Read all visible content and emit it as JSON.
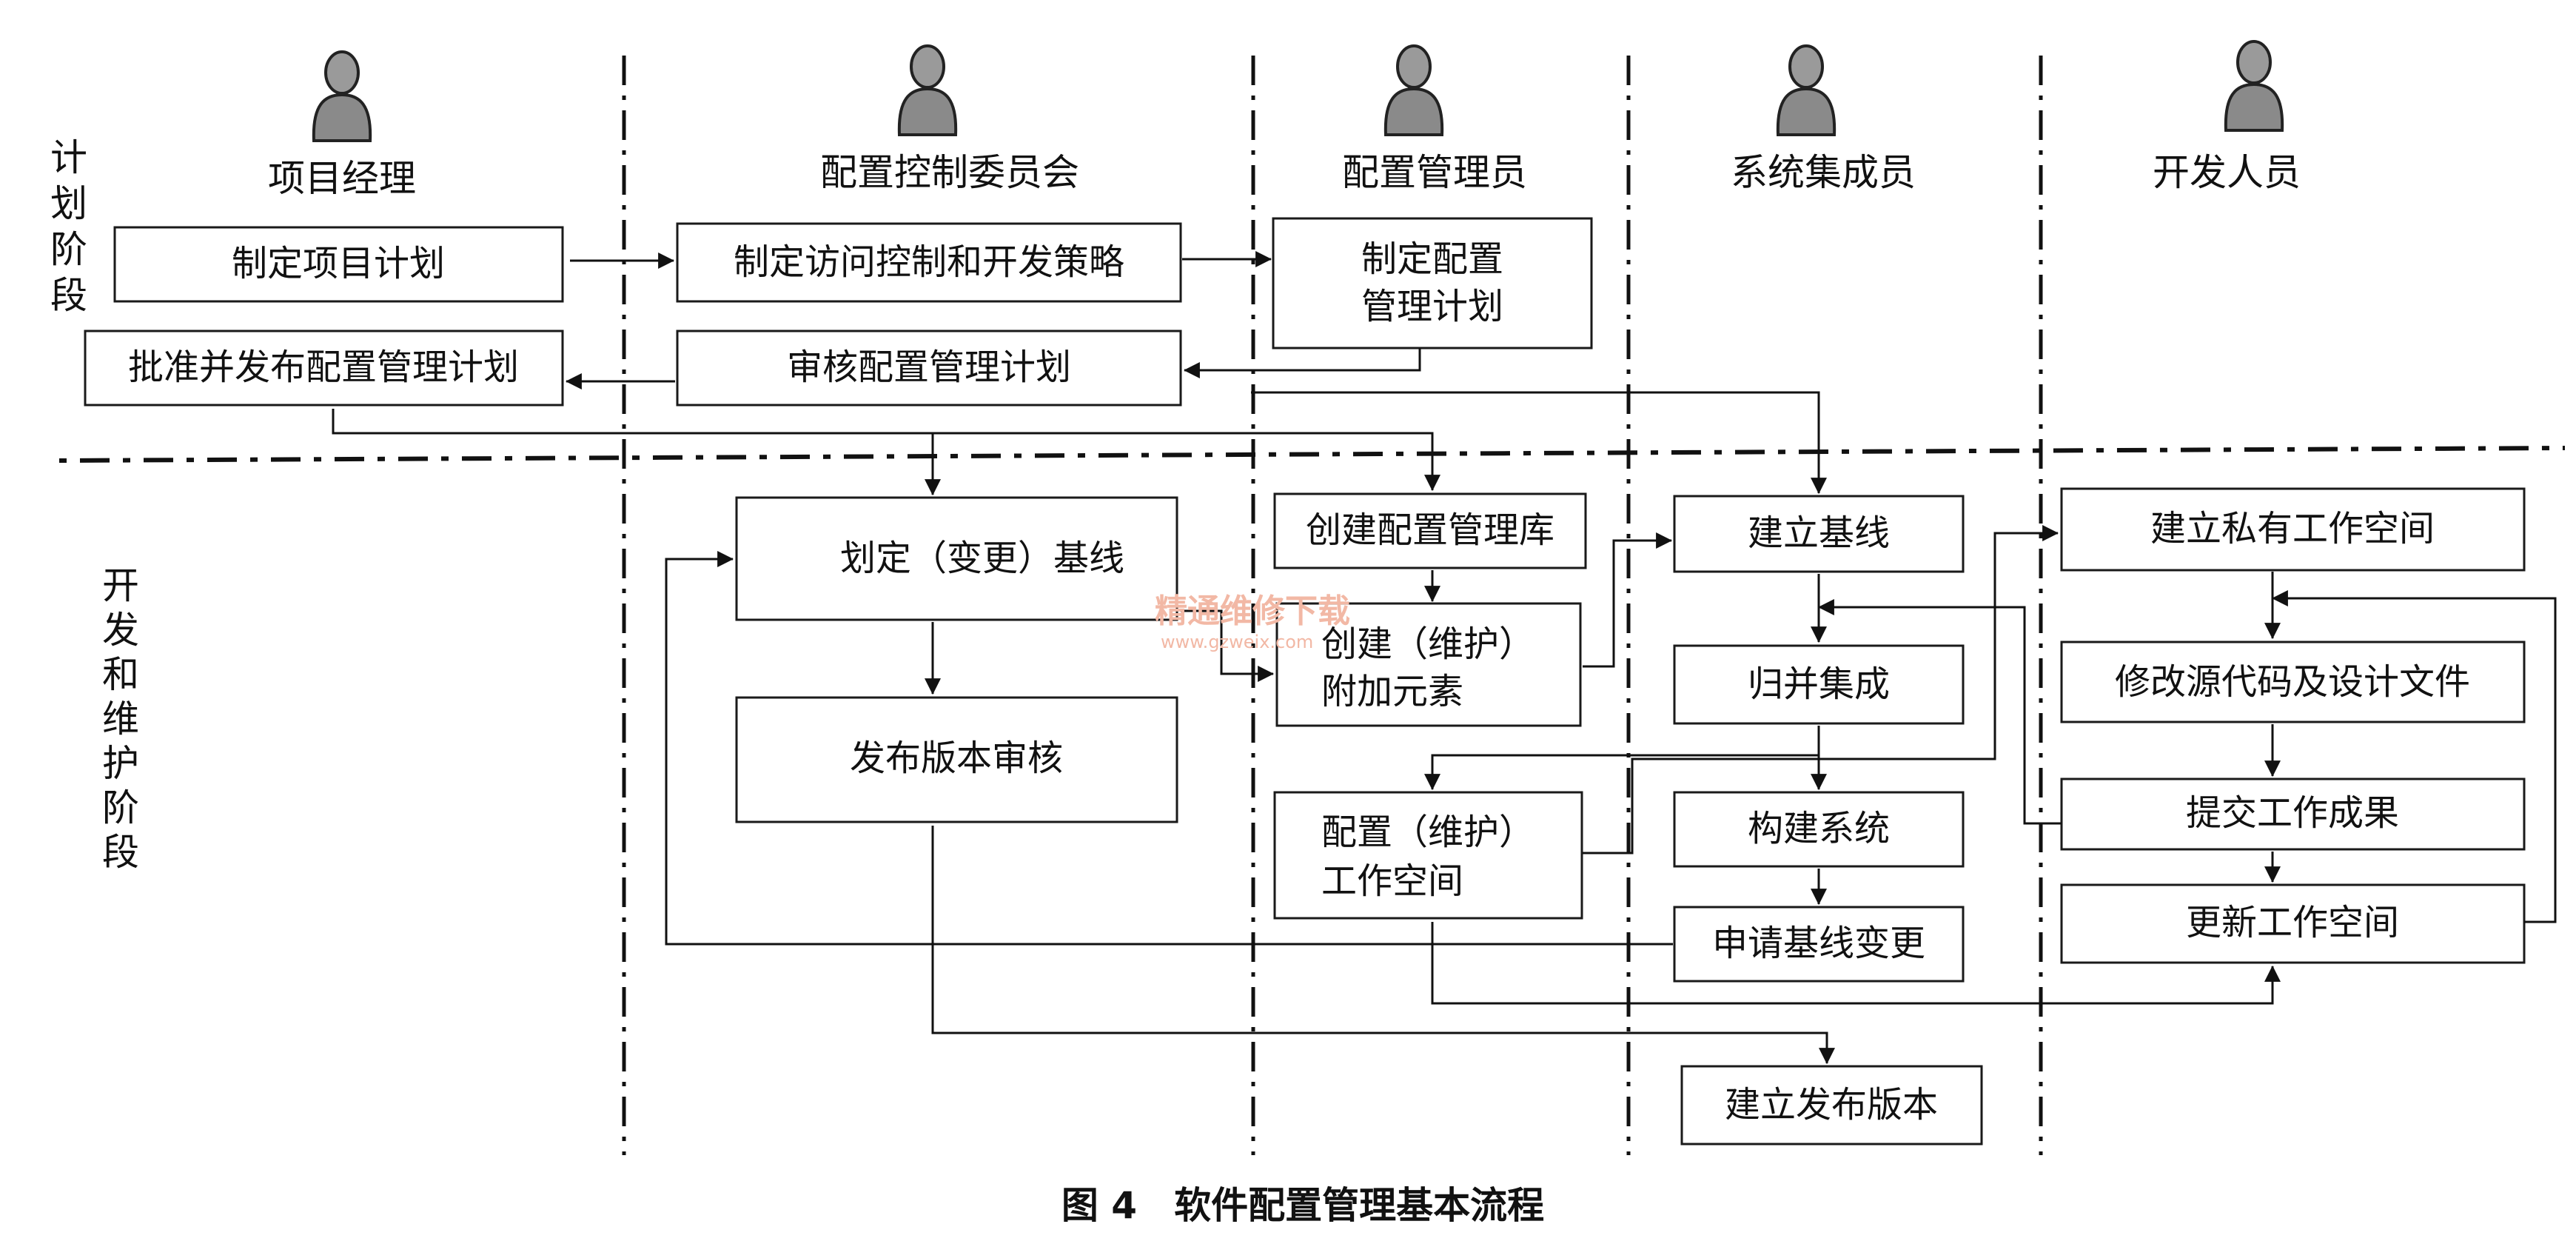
{
  "roles": {
    "pm": "项目经理",
    "ccb": "配置控制委员会",
    "cm": "配置管理员",
    "si": "系统集成员",
    "dev": "开发人员"
  },
  "phases": {
    "plan": [
      "计",
      "划",
      "阶",
      "段"
    ],
    "devmaint": [
      "开",
      "发",
      "和",
      "维",
      "护",
      "阶",
      "段"
    ]
  },
  "boxes": {
    "make_project_plan": "制定项目计划",
    "make_access_policy": "制定访问控制和开发策略",
    "make_cm_plan": [
      "制定配置",
      "管理计划"
    ],
    "approve_cm_plan": "批准并发布配置管理计划",
    "review_cm_plan": "审核配置管理计划",
    "define_baseline": "划定（变更）基线",
    "release_audit": "发布版本审核",
    "create_cm_repo": "创建配置管理库",
    "create_addl_elements": [
      "创建（维护）",
      "附加元素"
    ],
    "config_workspace": [
      "配置（维护）",
      "工作空间"
    ],
    "build_baseline": "建立基线",
    "merge_integrate": "归并集成",
    "build_system": "构建系统",
    "request_baseline_change": "申请基线变更",
    "build_release": "建立发布版本",
    "create_private_ws": "建立私有工作空间",
    "modify_source": "修改源代码及设计文件",
    "submit_results": "提交工作成果",
    "update_ws": "更新工作空间"
  },
  "watermark": {
    "main": "精通维修下载",
    "sub": "www.gzweix.com"
  },
  "caption": "图 4　软件配置管理基本流程"
}
